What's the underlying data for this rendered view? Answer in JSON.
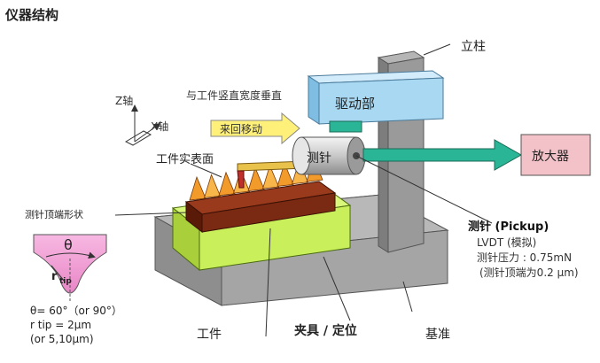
{
  "heading": "仪器结构",
  "labels": {
    "column": "立柱",
    "drive": "驱动部",
    "amplifier": "放大器",
    "stylus_body": "测针",
    "perpendicular": "与工件竖直宽度垂直",
    "reciprocate": "来回移动",
    "z_axis": "Z轴",
    "x_axis": "X轴",
    "work_surface": "工件实表面",
    "tip_shape": "测针顶端形状",
    "pickup_title": "测针 (Pickup)",
    "lvdt": "LVDT (模拟)",
    "pressure": "测针压力 : 0.75mN",
    "tip_radius": "(测针顶端为0.2 μm)",
    "workpiece": "工件",
    "fixture": "夹具 / 定位",
    "base": "基准"
  },
  "tip_inset": {
    "theta_symbol": "θ",
    "r_tip_main": "r",
    "r_tip_sub": "tip",
    "theta_value": "θ= 60°（or 90°）",
    "r_value": "r tip = 2μm",
    "r_alt": "(or 5,10μm)"
  },
  "colors": {
    "drive_blue": "#a9d8f2",
    "amp_pink": "#f2c2c8",
    "green_arrow": "#2bb597",
    "fixture_green": "#c9f05a",
    "work_brown": "#7a2a12",
    "teeth_orange": "#f2a63a",
    "base_gray": "#a8a8a8",
    "column_gray": "#9a9a9a",
    "tip_pink": "#f2a0d6",
    "yellow_arrow": "#fff07a"
  }
}
